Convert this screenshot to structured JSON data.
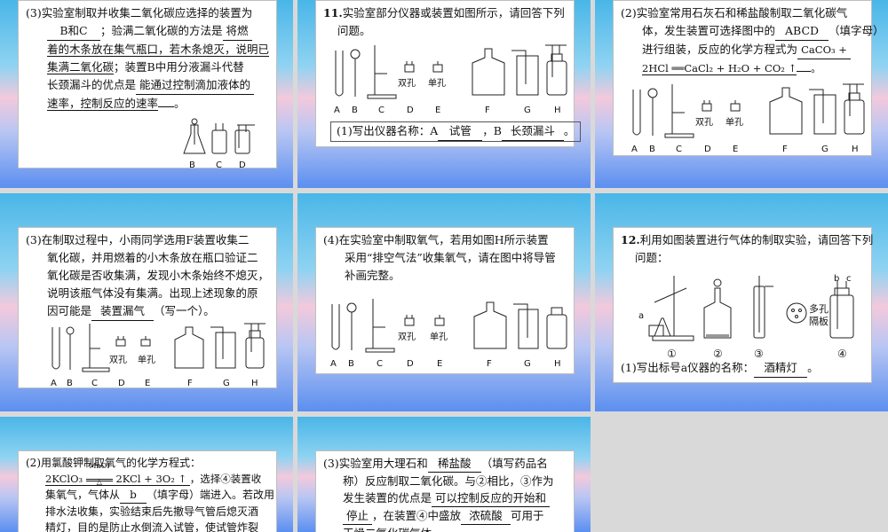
{
  "slides": {
    "s1": {
      "l1a": "(3)实验室制取并收集二氧化碳应选择的装置为",
      "l2a_ans": "B和C",
      "l2b": "；验满二氧化碳的方法是",
      "l2c_ans": "将燃",
      "l3_ans": "着的木条放在集气瓶口，若木条熄灭，说明已",
      "l4_ans": "集满二氧化碳",
      "l4b": "；装置B中用分液漏斗代替",
      "l5": "长颈漏斗的优点是",
      "l5_ans": "能通过控制滴加液体的",
      "l6_ans": "速率，控制反应的速率",
      "l6b": "。",
      "fig_labels": [
        "B",
        "C",
        "D"
      ]
    },
    "s2": {
      "num": "11.",
      "l1": "实验室部分仪器或装置如图所示，请回答下列",
      "l2": "问题。",
      "dual_hole": "双孔",
      "single_hole": "单孔",
      "fig_labels": [
        "A",
        "B",
        "C",
        "D",
        "E",
        "F",
        "G",
        "H"
      ],
      "q1": "(1)写出仪器名称：A",
      "q1_a": "试管",
      "q1_mid": "，B",
      "q1_b": "长颈漏斗",
      "q1_end": "。"
    },
    "s3": {
      "l1": "(2)实验室常用石灰石和稀盐酸制取二氧化碳气",
      "l2a": "体，发生装置可选择图中的",
      "l2_ans": "ABCD",
      "l2b": "（填字母）",
      "l3a": "进行组装，反应的化学方程式为",
      "l3_ans": "CaCO₃ +",
      "l4_ans": "2HCl ══CaCl₂ + H₂O + CO₂ ↑",
      "l4b": "。",
      "dual_hole": "双孔",
      "single_hole": "单孔",
      "fig_labels": [
        "A",
        "B",
        "C",
        "D",
        "E",
        "F",
        "G",
        "H"
      ]
    },
    "s4": {
      "l1": "(3)在制取过程中，小雨同学选用F装置收集二",
      "l2": "氧化碳，并用燃着的小木条放在瓶口验证二",
      "l3": "氧化碳是否收集满，发现小木条始终不熄灭，",
      "l4": "说明该瓶气体没有集满。出现上述现象的原",
      "l5a": "因可能是",
      "l5_ans": "装置漏气",
      "l5b": "（写一个）。",
      "dual_hole": "双孔",
      "single_hole": "单孔",
      "fig_labels": [
        "A",
        "B",
        "C",
        "D",
        "E",
        "F",
        "G",
        "H"
      ]
    },
    "s5": {
      "l1": "(4)在实验室中制取氧气，若用如图H所示装置",
      "l2": "采用“排空气法”收集氧气，请在图中将导管",
      "l3": "补画完整。",
      "dual_hole": "双孔",
      "single_hole": "单孔",
      "fig_labels": [
        "A",
        "B",
        "C",
        "D",
        "E",
        "F",
        "G",
        "H"
      ]
    },
    "s6": {
      "num": "12.",
      "l1": "利用如图装置进行气体的制取实验，请回答下列",
      "l2": "问题：",
      "label_a": "a",
      "label_b": "b",
      "label_c": "c",
      "porous": "多孔",
      "plate": "隔板",
      "fig_labels": [
        "①",
        "②",
        "③",
        "④"
      ],
      "q1": "(1)写出标号a仪器的名称：",
      "q1_ans": "酒精灯",
      "q1_end": "。"
    },
    "s7": {
      "l1": "(2)用氯酸钾制取氧气的化学方程式：",
      "eq_left": "2KClO₃",
      "eq_cat": "MnO₂",
      "eq_cond": "△",
      "eq_right": "2KCl + 3O₂ ↑",
      "l2b": "，选择④装置收",
      "l3a": "集氧气，气体从",
      "l3_ans": "b",
      "l3b": "（填字母）端进入。若改用",
      "l4": "排水法收集，实验结束后先撤导气管后熄灭酒",
      "l5": "精灯，目的是防止水倒流入试管，使试管炸裂"
    },
    "s8": {
      "l1a": "(3)实验室用大理石和",
      "l1_ans": "稀盐酸",
      "l1b": "（填写药品名",
      "l2": "称）反应制取二氧化碳。与②相比，③作为",
      "l3a": "发生装置的优点是",
      "l3_ans": "可以控制反应的开始和",
      "l4_ans": "停止",
      "l4b": "，在装置④中盛放",
      "l4_ans2": "浓硫酸",
      "l4c": "可用于",
      "l5": "干燥二氧化碳气体。"
    }
  }
}
